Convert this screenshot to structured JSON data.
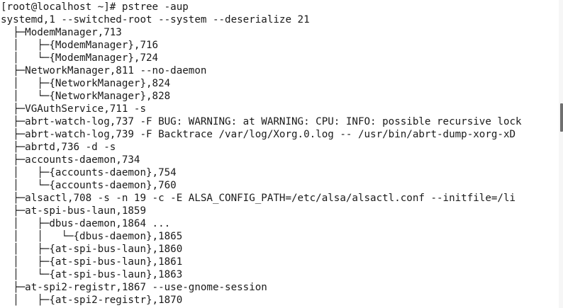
{
  "terminal": {
    "lines": [
      "[root@localhost ~]# pstree -aup",
      "systemd,1 --switched-root --system --deserialize 21",
      "  ├─ModemManager,713",
      "  │   ├─{ModemManager},716",
      "  │   └─{ModemManager},724",
      "  ├─NetworkManager,811 --no-daemon",
      "  │   ├─{NetworkManager},824",
      "  │   └─{NetworkManager},828",
      "  ├─VGAuthService,711 -s",
      "  ├─abrt-watch-log,737 -F BUG: WARNING: at WARNING: CPU: INFO: possible recursive lock",
      "  ├─abrt-watch-log,739 -F Backtrace /var/log/Xorg.0.log -- /usr/bin/abrt-dump-xorg-xD",
      "  ├─abrtd,736 -d -s",
      "  ├─accounts-daemon,734",
      "  │   ├─{accounts-daemon},754",
      "  │   └─{accounts-daemon},760",
      "  ├─alsactl,708 -s -n 19 -c -E ALSA_CONFIG_PATH=/etc/alsa/alsactl.conf --initfile=/li",
      "  ├─at-spi-bus-laun,1859",
      "  │   ├─dbus-daemon,1864 ...",
      "  │   │   └─{dbus-daemon},1865",
      "  │   ├─{at-spi-bus-laun},1860",
      "  │   ├─{at-spi-bus-laun},1861",
      "  │   └─{at-spi-bus-laun},1863",
      "  ├─at-spi2-registr,1867 --use-gnome-session",
      "  │   ├─{at-spi2-registr},1870"
    ]
  }
}
